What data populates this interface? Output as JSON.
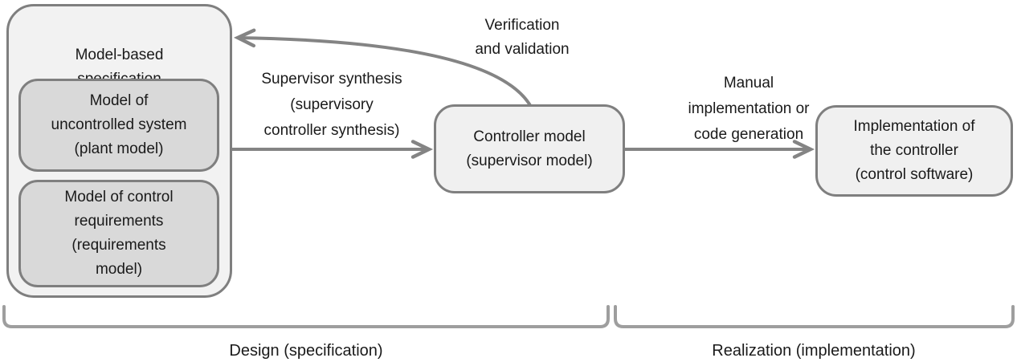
{
  "colors": {
    "background": "#ffffff",
    "box_border": "#7f7f7f",
    "outer_fill": "#f2f2f2",
    "inner_fill": "#d9d9d9",
    "node_fill": "#f0f0f0",
    "arrow": "#848484",
    "bracket": "#9e9e9e",
    "text": "#1a1a1a"
  },
  "boxes": {
    "model_based_spec": {
      "title": "Model-based\nspecification"
    },
    "uncontrolled_system": {
      "label": "Model of\nuncontrolled system\n(plant model)"
    },
    "control_requirements": {
      "label": "Model of control\nrequirements\n(requirements\nmodel)"
    },
    "controller_model": {
      "label": "Controller model\n(supervisor model)"
    },
    "implementation": {
      "label": "Implementation of\nthe controller\n(control software)"
    }
  },
  "arrows": {
    "supervisor_synthesis": {
      "label": "Supervisor synthesis\n(supervisory\ncontroller synthesis)"
    },
    "verification": {
      "label": "Verification\nand validation"
    },
    "manual_implementation": {
      "label": "Manual\nimplementation or\ncode generation"
    }
  },
  "phases": {
    "design": {
      "label": "Design (specification)"
    },
    "realization": {
      "label": "Realization (implementation)"
    }
  }
}
